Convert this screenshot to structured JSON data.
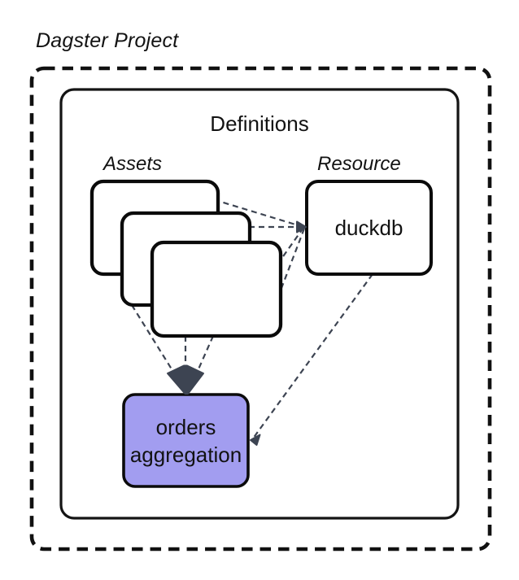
{
  "title": "Dagster Project",
  "definitions": {
    "label": "Definitions"
  },
  "assets": {
    "label": "Assets"
  },
  "resource": {
    "label": "Resource",
    "node_label": "duckdb"
  },
  "asset_node": {
    "line1": "orders",
    "line2": "aggregation"
  },
  "colors": {
    "node_fill": "#a29df0",
    "connector": "#3d4452",
    "outline": "#111111",
    "background": "#ffffff"
  }
}
